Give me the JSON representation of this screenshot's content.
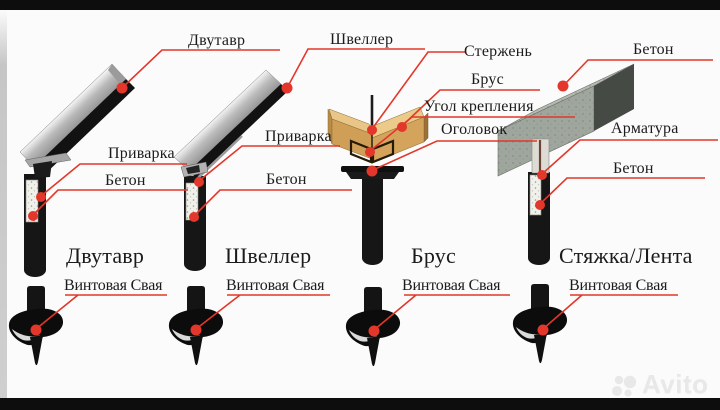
{
  "colors": {
    "accent_red": "#e2372a",
    "frame_bars": "#0d0d0d",
    "background": "#fbfbfb",
    "beam_gray": "#b9b9b9",
    "wood_tan": "#d4a35c",
    "concrete_gray": "#9fa69d",
    "pile_black": "#141414"
  },
  "callouts": {
    "dvutavr_top": "Двутавр",
    "shveller_top": "Швеллер",
    "sterzhen": "Стержень",
    "beton_top": "Бетон",
    "brus_top": "Брус",
    "ugol_krepleniya": "Угол крепления",
    "ogolovok": "Оголовок",
    "privarka_1": "Приварка",
    "privarka_2": "Приварка",
    "beton_1": "Бетон",
    "beton_2": "Бетон",
    "armatura": "Арматура",
    "beton_4": "Бетон"
  },
  "categories": [
    {
      "name": "Двутавр",
      "pile_label": "Винтовая Свая"
    },
    {
      "name": "Швеллер",
      "pile_label": "Винтовая Свая"
    },
    {
      "name": "Брус",
      "pile_label": "Винтовая Свая"
    },
    {
      "name": "Стяжка/Лента",
      "pile_label": "Винтовая Свая"
    }
  ],
  "watermark": {
    "text": "Avito"
  }
}
